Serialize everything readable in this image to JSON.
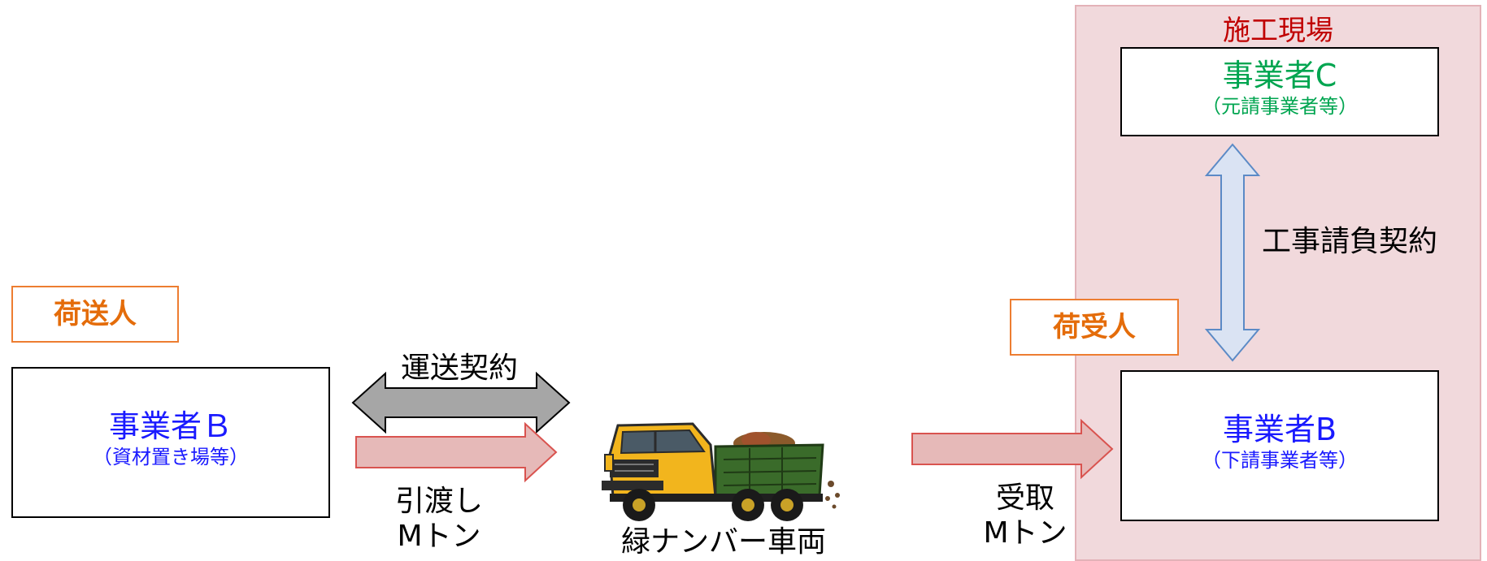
{
  "site": {
    "title": "施工現場"
  },
  "shipper": {
    "role_label": "荷送人",
    "name": "事業者Ｂ",
    "detail": "（資材置き場等）"
  },
  "consignee": {
    "role_label": "荷受人",
    "name": "事業者B",
    "detail": "（下請事業者等）"
  },
  "contractor": {
    "name": "事業者C",
    "detail": "（元請事業者等）"
  },
  "labels": {
    "transport_contract": "運送契約",
    "handover_line1": "引渡し",
    "handover_line2": "Mトン",
    "receipt_line1": "受取",
    "receipt_line2": "Mトン",
    "vehicle": "緑ナンバー車両",
    "construction_contract": "工事請負契約"
  },
  "colors": {
    "site_background": "#f1d9dc",
    "site_title": "#c00000",
    "role_label": "#e46c0a",
    "party_blue": "#1a1aff",
    "party_green": "#00a550",
    "flow_arrow_fill": "#e6b9b8",
    "flow_arrow_stroke": "#d9534f",
    "contract_arrow_gray": "#a6a6a6",
    "contract_arrow_blue": "#dae3f3"
  }
}
